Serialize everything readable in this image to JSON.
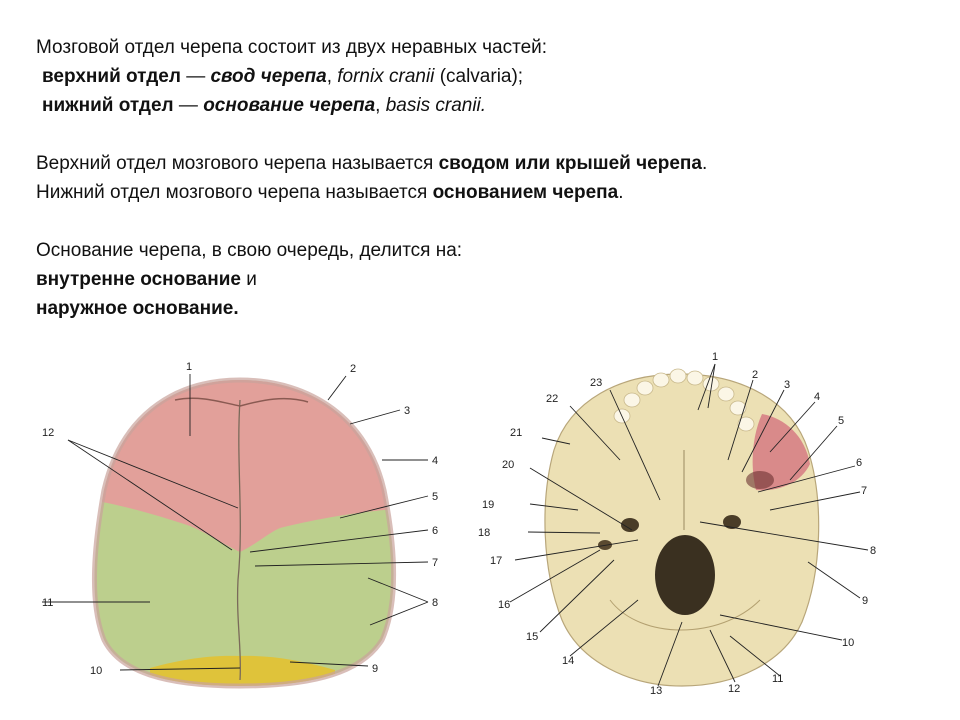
{
  "para1": {
    "intro": "Мозговой отдел черепа состоит из двух неравных частей:",
    "upper_term": "верхний отдел",
    "dash": "—",
    "upper_name": "свод черепа",
    "upper_latin": "fornix cranii",
    "upper_alt": "(calvaria);",
    "lower_term": "нижний отдел",
    "lower_name": "основание черепа",
    "lower_latin": "basis cranii."
  },
  "para2": {
    "l1_pre": "Верхний отдел мозгового черепа называется",
    "l1_bold": "сводом или крышей черепа",
    "l1_end": ".",
    "l2_pre": "Нижний отдел мозгового черепа называется",
    "l2_bold": "основанием черепа",
    "l2_end": "."
  },
  "para3": {
    "intro": "Основание черепа,  в свою очередь, делится на:",
    "item1_bold": "внутренне основание",
    "item1_tail": "и",
    "item2_bold": "наружное основание."
  },
  "figure_left": {
    "colors": {
      "red": "#e2a09a",
      "green": "#bccf8d",
      "yellow": "#dfc33a"
    },
    "labels": [
      "1",
      "2",
      "3",
      "4",
      "5",
      "6",
      "7",
      "8",
      "9",
      "10",
      "11",
      "12"
    ]
  },
  "figure_right": {
    "colors": {
      "bone": "#ece0b4",
      "pink": "#d98a8a"
    },
    "labels": [
      "1",
      "2",
      "3",
      "4",
      "5",
      "6",
      "7",
      "8",
      "9",
      "10",
      "11",
      "12",
      "13",
      "14",
      "15",
      "16",
      "17",
      "18",
      "19",
      "20",
      "21",
      "22",
      "23"
    ]
  }
}
